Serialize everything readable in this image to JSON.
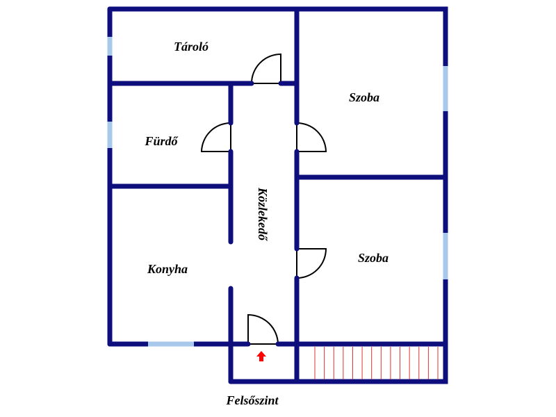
{
  "title": "Felsőszint",
  "rooms": {
    "storage": "Tároló",
    "bathroom": "Fürdő",
    "kitchen": "Konyha",
    "corridor": "Közlekedő",
    "room_upper": "Szoba",
    "room_lower": "Szoba"
  },
  "colors": {
    "wall": "#0e0e7c",
    "window": "#a8c8ec",
    "stairs": "#e03030",
    "arrow": "#ff0000"
  },
  "stair_steps": 14
}
